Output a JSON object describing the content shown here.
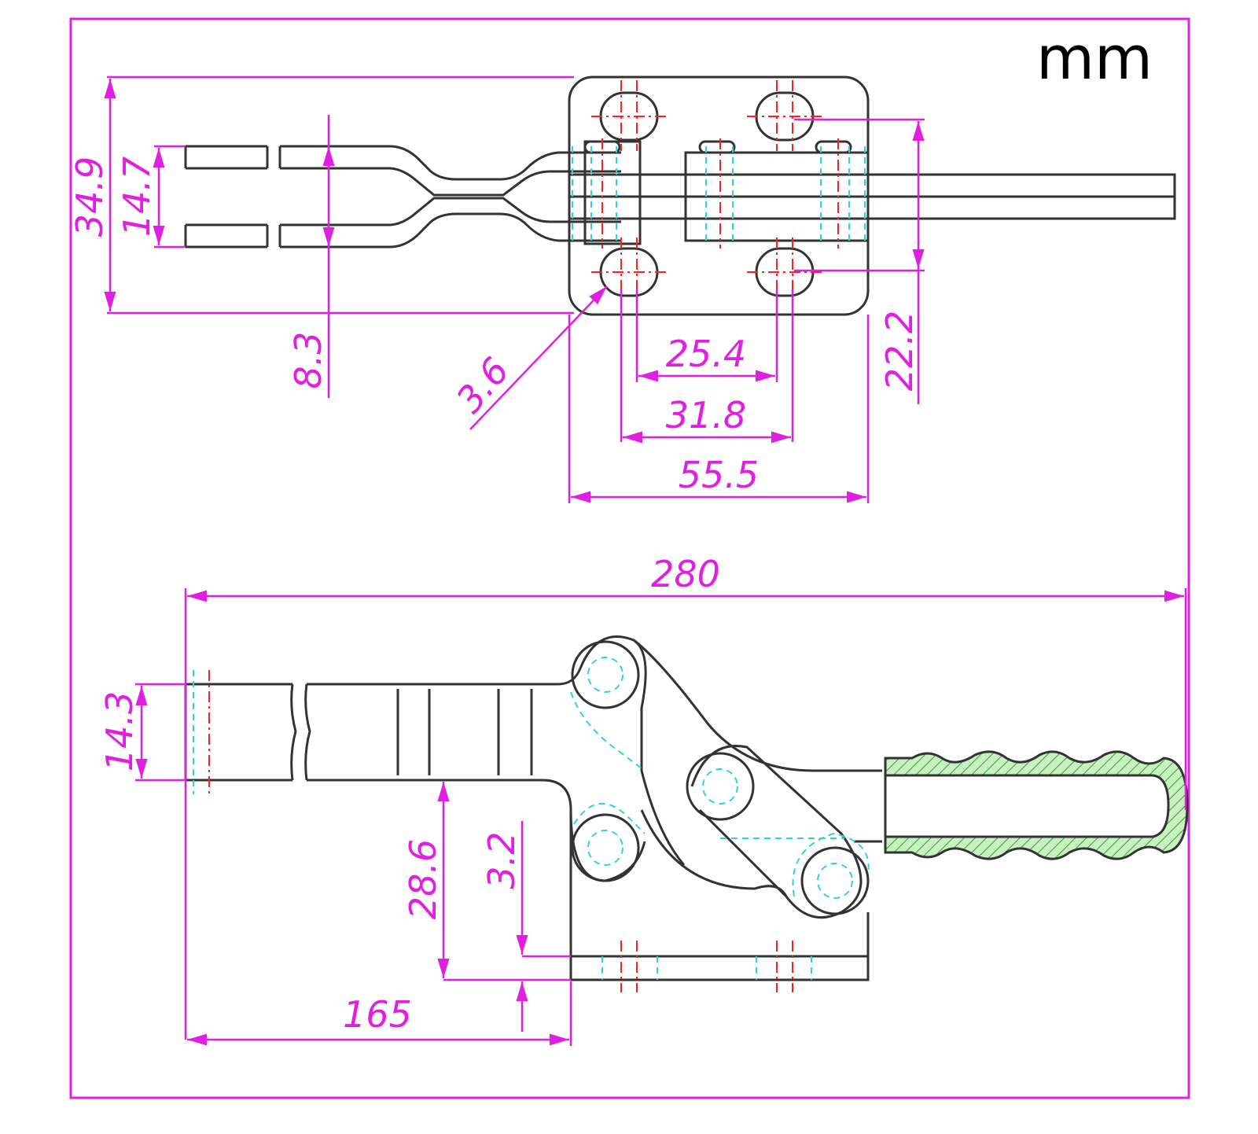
{
  "unit": "mm",
  "colors": {
    "dimension": "#e020e0",
    "outline": "#333333",
    "centerline": "#ff2020",
    "hidden": "#30d0e0",
    "grip_hatch": "#30a030",
    "grip_fill": "#c8f0c0"
  },
  "dimensions": {
    "top_overall_height": "34.9",
    "top_arm_height": "14.7",
    "top_arm_offset": "8.3",
    "top_hole_diameter": "3.6",
    "top_hole_pitch_inner": "25.4",
    "top_hole_pitch_outer": "31.8",
    "top_base_width": "55.5",
    "top_hole_row_spacing": "22.2",
    "side_overall_length": "280",
    "side_arm_height": "14.3",
    "side_arm_to_base": "28.6",
    "side_base_thickness": "3.2",
    "side_reach": "165"
  }
}
